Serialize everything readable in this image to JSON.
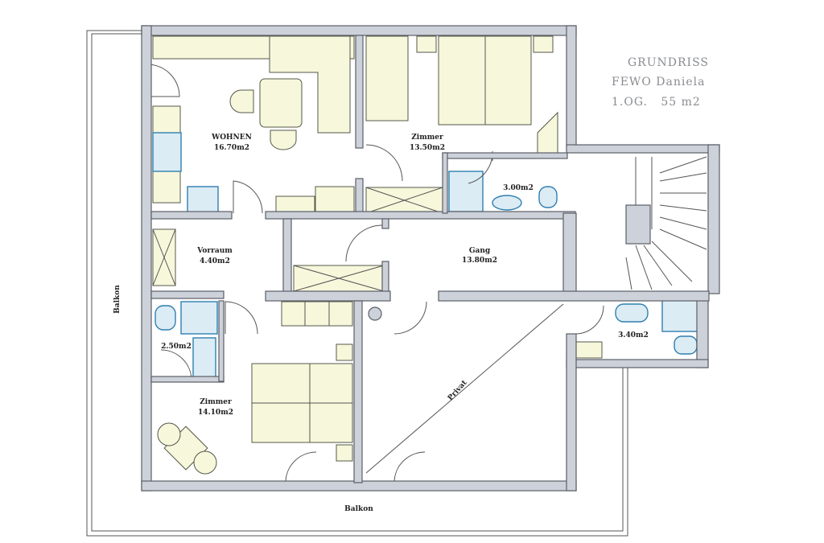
{
  "title": {
    "line1": "GRUNDRISS",
    "line2": "FEWO Daniela",
    "line3": "1.OG.   55 m2"
  },
  "rooms": {
    "wohnen": {
      "name": "WOHNEN",
      "area": "16.70m2"
    },
    "zimmer1": {
      "name": "Zimmer",
      "area": "13.50m2"
    },
    "bad1": {
      "area": "3.00m2"
    },
    "vorraum": {
      "name": "Vorraum",
      "area": "4.40m2"
    },
    "gang": {
      "name": "Gang",
      "area": "13.80m2"
    },
    "bad2": {
      "area": "2.50m2"
    },
    "zimmer2": {
      "name": "Zimmer",
      "area": "14.10m2"
    },
    "privat": {
      "name": "Privat"
    },
    "bad3": {
      "area": "3.40m2"
    },
    "balkon_left": {
      "name": "Balkon"
    },
    "balkon_bottom": {
      "name": "Balkon"
    }
  },
  "colors": {
    "wall": "#cdd1d9",
    "furniture": "#f7f7dc",
    "sanitary": "#2f7fb0",
    "title": "#8a8c90"
  }
}
